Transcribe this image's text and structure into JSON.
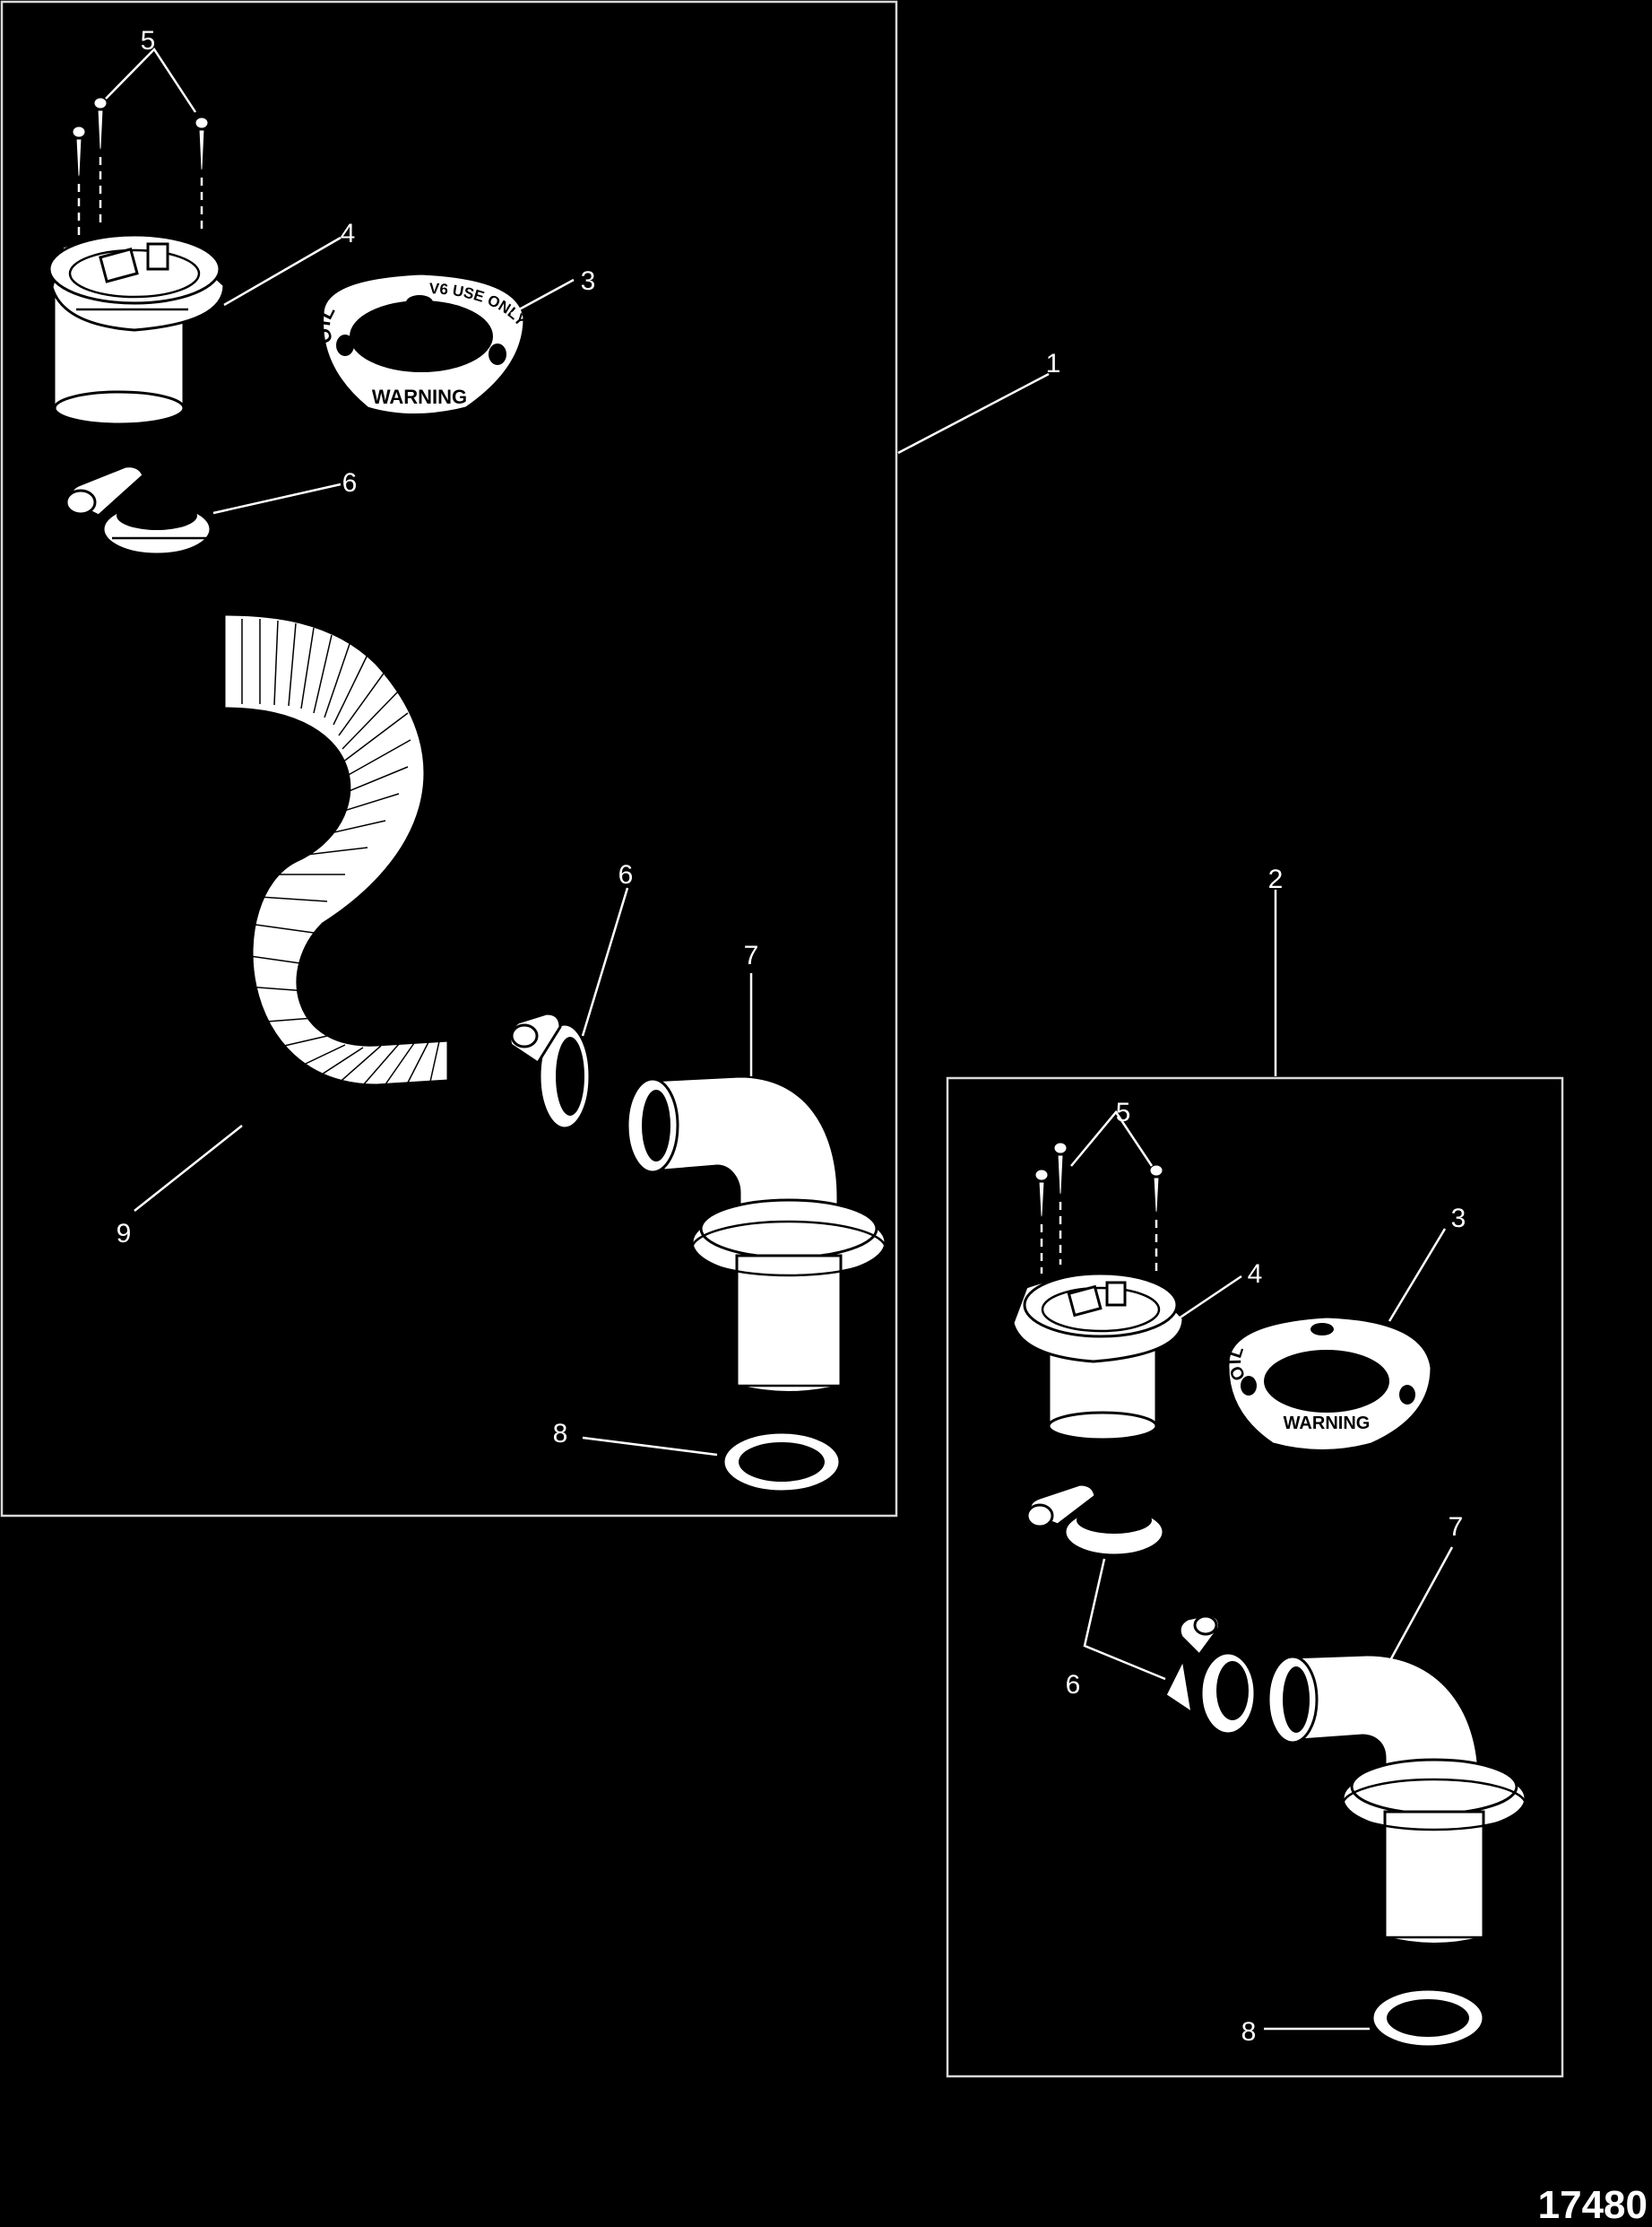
{
  "figure_number": "17480",
  "callouts": {
    "group1": "1",
    "group2": "2",
    "decal_a": "3",
    "cap_a": "4",
    "screws_a": "5",
    "clamp_a_top": "6",
    "clamp_a_bottom": "6",
    "elbow_a": "7",
    "gasket_a": "8",
    "hose": "9",
    "decal_b": "3",
    "cap_b": "4",
    "screws_b": "5",
    "clamps_b": "6",
    "elbow_b": "7",
    "gasket_b": "8"
  },
  "decal_text": {
    "oil": "OIL",
    "usage": "V6 USE ONLY",
    "warning": "WARNING"
  },
  "colors": {
    "background": "#000000",
    "line": "#ffffff",
    "frame": "#d8d8d8"
  }
}
